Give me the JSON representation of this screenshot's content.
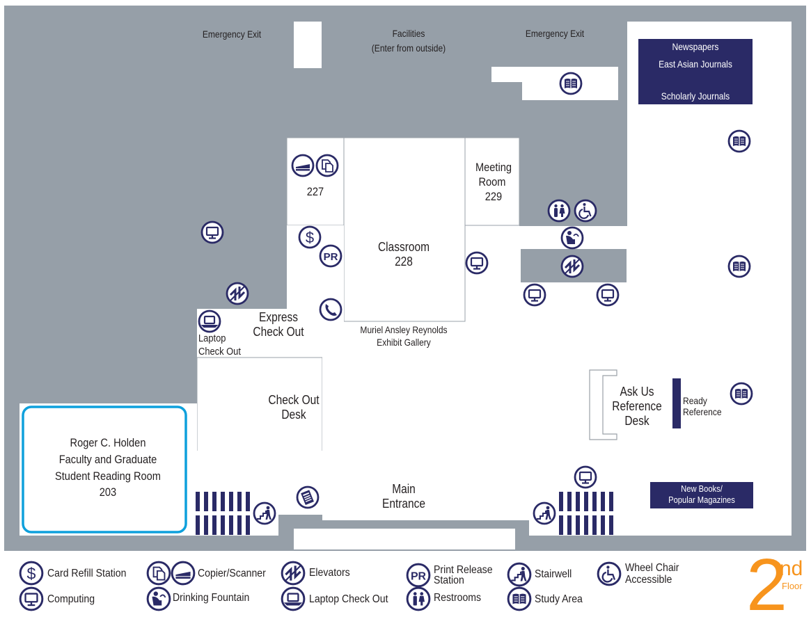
{
  "floor": {
    "number": "2",
    "suffix": "nd",
    "word": "Floor"
  },
  "colors": {
    "wall": "#969fa8",
    "navy": "#2a2a66",
    "reading_room_border": "#0ea0dc",
    "floor_accent": "#f7941d"
  },
  "rooms": {
    "emergency_exit_left": "Emergency Exit",
    "emergency_exit_right": "Emergency Exit",
    "facilities": "Facilities",
    "facilities_note": "(Enter from outside)",
    "room_227": "227",
    "meeting_room": "Meeting",
    "meeting_room_2": "Room",
    "meeting_room_num": "229",
    "classroom": "Classroom",
    "classroom_num": "228",
    "gallery_1": "Muriel Ansley Reynolds",
    "gallery_2": "Exhibit Gallery",
    "express_1": "Express",
    "express_2": "Check Out",
    "laptop_1": "Laptop",
    "laptop_2": "Check Out",
    "checkout_1": "Check Out",
    "checkout_2": "Desk",
    "reading_1": "Roger C. Holden",
    "reading_2": "Faculty and Graduate",
    "reading_3": "Student Reading Room",
    "reading_4": "203",
    "main_1": "Main",
    "main_2": "Entrance",
    "ask_1": "Ask Us",
    "ask_2": "Reference",
    "ask_3": "Desk",
    "ready_1": "Ready",
    "ready_2": "Reference",
    "newspapers": "Newspapers",
    "east_asian": "East Asian Journals",
    "scholarly": "Scholarly Journals",
    "newbooks_1": "New Books/",
    "newbooks_2": "Popular Magazines"
  },
  "legend": {
    "card_refill": "Card Refill Station",
    "computing": "Computing",
    "copier": "Copier/Scanner",
    "fountain": "Drinking Fountain",
    "elevators": "Elevators",
    "laptop": "Laptop Check Out",
    "print_1": "Print Release",
    "print_2": "Station",
    "restrooms": "Restrooms",
    "stairwell": "Stairwell",
    "study": "Study Area",
    "wheel_1": "Wheel Chair",
    "wheel_2": "Accessible"
  },
  "icon_glyphs": {
    "card_refill": "$",
    "print_release": "PR"
  }
}
